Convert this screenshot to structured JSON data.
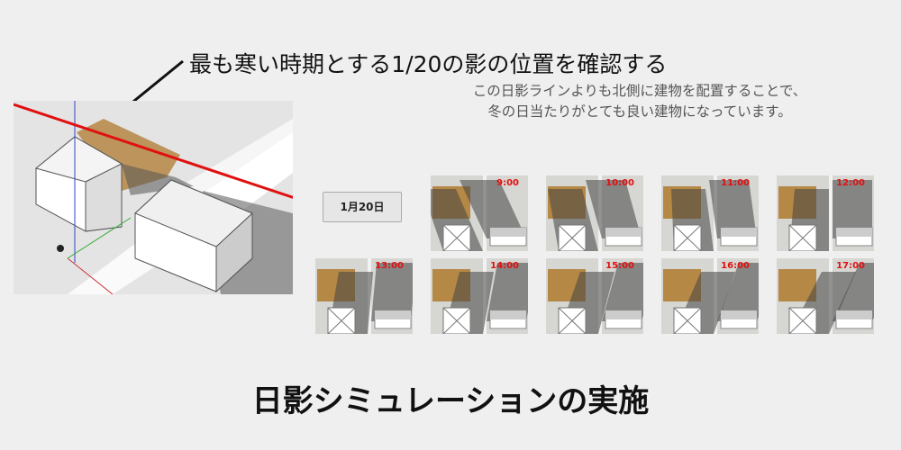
{
  "headline": "最も寒い時期とする1/20の影の位置を確認する",
  "note": {
    "line1": "この日影ラインよりも北側に建物を配置することで、",
    "line2": "冬の日当たりがとても良い建物になっています。"
  },
  "date_button": "1月20日",
  "tiles": [
    {
      "time": "9:00",
      "shadow_angle": -1
    },
    {
      "time": "10:00",
      "shadow_angle": -0.6
    },
    {
      "time": "11:00",
      "shadow_angle": -0.3
    },
    {
      "time": "12:00",
      "shadow_angle": 0
    },
    {
      "time": "13:00",
      "shadow_angle": 0.2
    },
    {
      "time": "14:00",
      "shadow_angle": 0.4
    },
    {
      "time": "15:00",
      "shadow_angle": 0.6
    },
    {
      "time": "16:00",
      "shadow_angle": 0.8
    },
    {
      "time": "17:00",
      "shadow_angle": 1
    }
  ],
  "title": "日影シミュレーションの実施",
  "colors": {
    "shadow_zone": "#b07a2e",
    "line": "#e01010",
    "label": "#e01010"
  }
}
